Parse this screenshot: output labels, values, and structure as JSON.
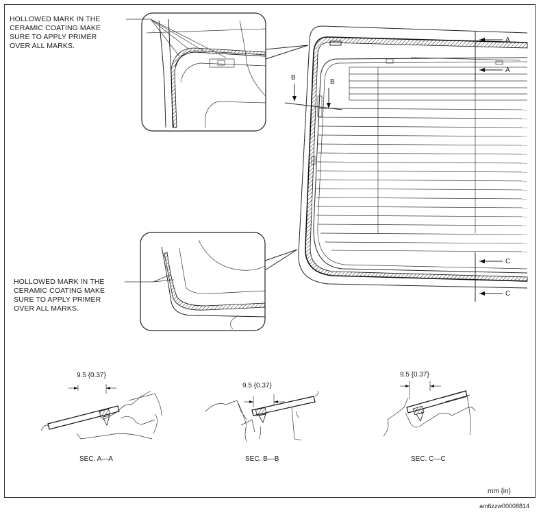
{
  "callouts": {
    "upper_note": [
      "HOLLOWED MARK IN THE",
      "CERAMIC COATING MAKE",
      "SURE TO APPLY PRIMER",
      "OVER ALL MARKS."
    ],
    "lower_note": [
      "HOLLOWED MARK IN THE",
      "CERAMIC COATING MAKE",
      "SURE TO APPLY PRIMER",
      "OVER ALL MARKS."
    ]
  },
  "section_marks": {
    "a": "A",
    "b": "B",
    "c": "C"
  },
  "sections": [
    {
      "dimension": "9.5 {0.37}",
      "caption": "SEC. A—A"
    },
    {
      "dimension": "9.5 {0.37}",
      "caption": "SEC. B—B"
    },
    {
      "dimension": "9.5 {0.37}",
      "caption": "SEC. C—C"
    }
  ],
  "units_note": "mm {in}",
  "figure_id": "am6zzw00008814"
}
